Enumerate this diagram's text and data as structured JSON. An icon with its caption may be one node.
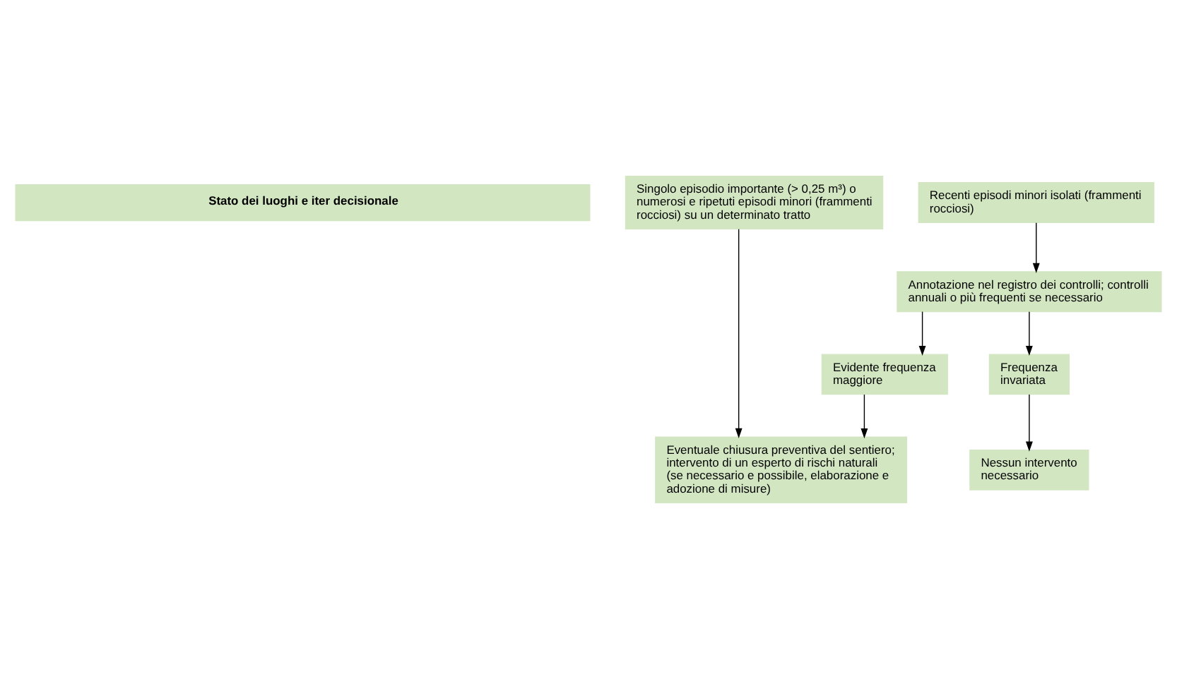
{
  "diagram": {
    "nodes": [
      {
        "text": [
          "Stato dei luoghi e iter decisionale"
        ]
      },
      {
        "text": [
          "Singolo episodio importante (> 0,25 m³) o numerosi e ripetuti episodi minori (frammenti rocciosi) su un determinato tratto"
        ]
      },
      {
        "text": [
          "Recenti episodi minori isolati (frammenti rocciosi)"
        ]
      },
      {
        "text": [
          "Annotazione nel registro dei controlli; controlli annuali o più frequenti se necessario"
        ]
      },
      {
        "text": [
          "Evidente frequenza maggiore"
        ]
      },
      {
        "text": [
          "Frequenza invariata"
        ]
      },
      {
        "text": [
          "Eventuale chiusura preventiva del sentiero; intervento di un esperto di rischi naturali (se necessario e possibile, elaborazione e adozione di misure)"
        ]
      },
      {
        "text": [
          "Nessun intervento necessario"
        ]
      }
    ],
    "edges": [
      {
        "from": 1,
        "to": 6,
        "arrow": "to"
      },
      {
        "from": 2,
        "to": 3,
        "arrow": "to"
      },
      {
        "from": 3,
        "to": 4,
        "arrow": "to"
      },
      {
        "from": 3,
        "to": 5,
        "arrow": "to"
      },
      {
        "from": 4,
        "to": 6,
        "arrow": "to"
      },
      {
        "from": 5,
        "to": 7,
        "arrow": "to"
      }
    ]
  }
}
